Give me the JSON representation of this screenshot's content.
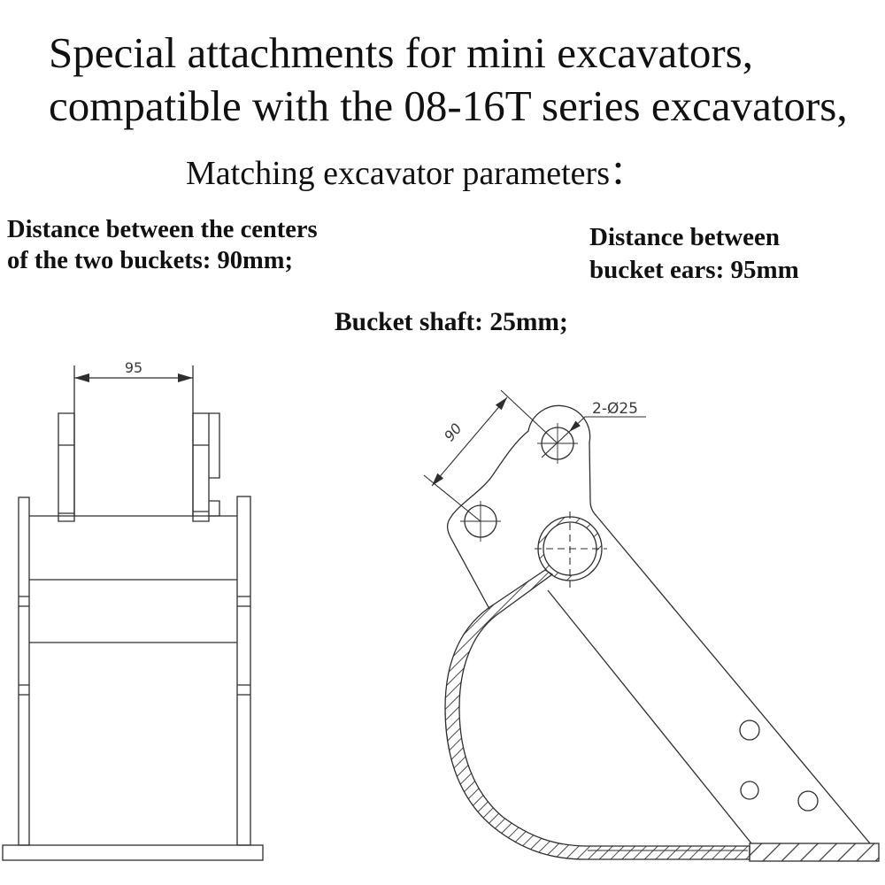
{
  "title": {
    "line1": "Special attachments for mini excavators,",
    "line2": "compatible with the 08-16T series excavators,"
  },
  "subtitle": "Matching excavator parameters：",
  "specs": {
    "bucket_centers": {
      "line1": "Distance between the centers",
      "line2": "of the two buckets: 90mm;"
    },
    "bucket_ears": {
      "line1": "Distance between",
      "line2": "bucket ears: 95mm"
    },
    "bucket_shaft": "Bucket shaft: 25mm;"
  },
  "front_view": {
    "width_dim": "95"
  },
  "side_view": {
    "hole_pitch_dim": "90",
    "hole_callout": "2-Ø25"
  },
  "colors": {
    "background": "#ffffff",
    "line": "#2e2e2e",
    "text": "#111111"
  }
}
